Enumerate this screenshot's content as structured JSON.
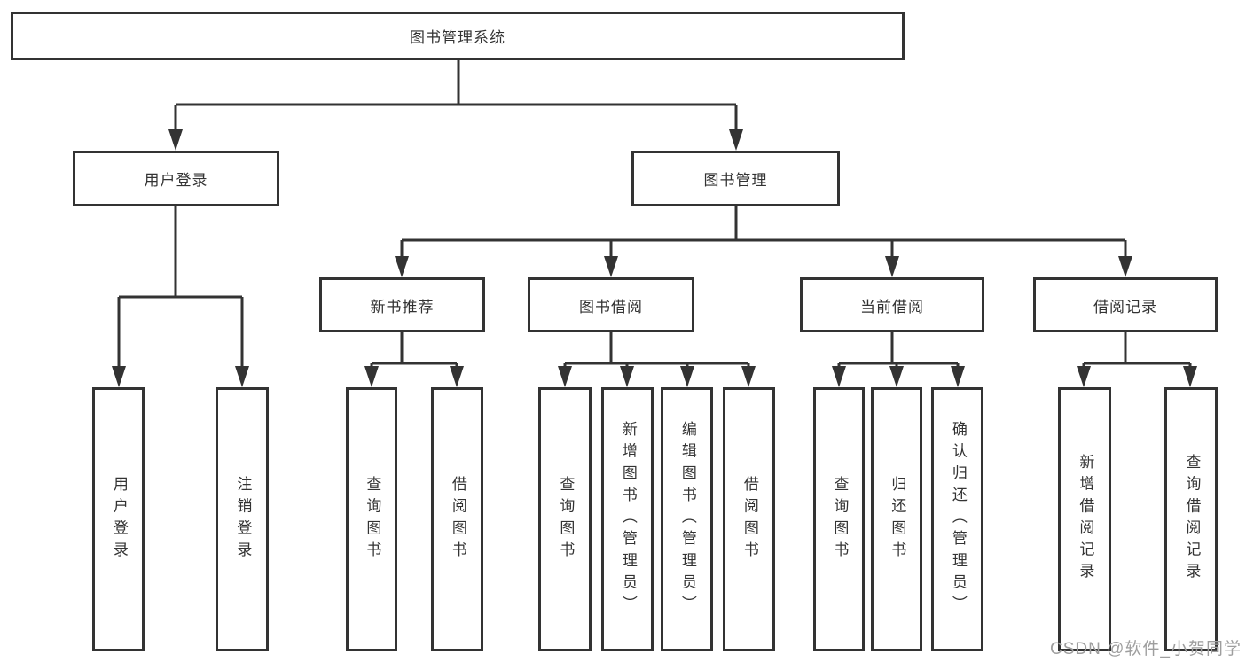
{
  "diagram": {
    "type": "hierarchy-tree",
    "title": "图书管理系统",
    "watermark": "CSDN @软件_小贺同学",
    "colors": {
      "line": "#333333",
      "border": "#333333",
      "text": "#333333",
      "watermark": "#9e9e9e",
      "background": "#ffffff"
    }
  },
  "nodes": {
    "root": {
      "label": "图书管理系统"
    },
    "user_login": {
      "label": "用户登录"
    },
    "book_mgmt": {
      "label": "图书管理"
    },
    "new_book_rec": {
      "label": "新书推荐"
    },
    "book_borrow": {
      "label": "图书借阅"
    },
    "current_borrow": {
      "label": "当前借阅"
    },
    "borrow_record": {
      "label": "借阅记录"
    },
    "leaf_user_login": {
      "label": "用户登录"
    },
    "leaf_logout": {
      "label": "注销登录"
    },
    "leaf_query_book_1": {
      "label": "查询图书"
    },
    "leaf_borrow_book_1": {
      "label": "借阅图书"
    },
    "leaf_query_book_2": {
      "label": "查询图书"
    },
    "leaf_add_book": {
      "label": "新增图书（管理员）"
    },
    "leaf_edit_book": {
      "label": "编辑图书（管理员）"
    },
    "leaf_borrow_book_2": {
      "label": "借阅图书"
    },
    "leaf_query_book_3": {
      "label": "查询图书"
    },
    "leaf_return_book": {
      "label": "归还图书"
    },
    "leaf_confirm_return": {
      "label": "确认归还（管理员）"
    },
    "leaf_add_record": {
      "label": "新增借阅记录"
    },
    "leaf_query_record": {
      "label": "查询借阅记录"
    }
  },
  "tree": {
    "图书管理系统": {
      "用户登录": [
        "用户登录",
        "注销登录"
      ],
      "图书管理": {
        "新书推荐": [
          "查询图书",
          "借阅图书"
        ],
        "图书借阅": [
          "查询图书",
          "新增图书（管理员）",
          "编辑图书（管理员）",
          "借阅图书"
        ],
        "当前借阅": [
          "查询图书",
          "归还图书",
          "确认归还（管理员）"
        ],
        "借阅记录": [
          "新增借阅记录",
          "查询借阅记录"
        ]
      }
    }
  }
}
